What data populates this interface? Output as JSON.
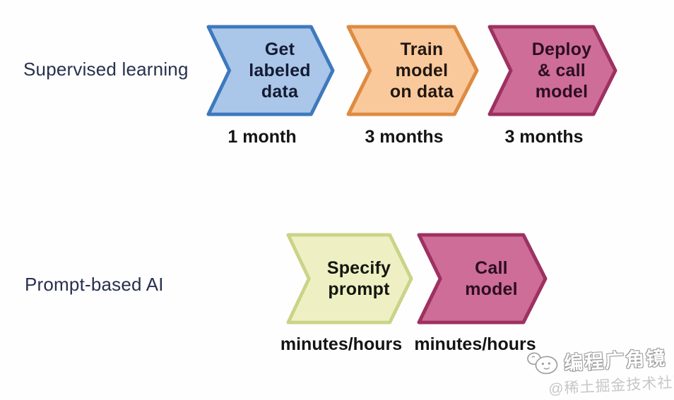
{
  "page": {
    "background": "#fefefe"
  },
  "rows": [
    {
      "label": "Supervised learning",
      "steps": [
        {
          "label": "Get\nlabeled\ndata",
          "duration": "1 month",
          "fill": "#aac6e9",
          "stroke": "#3d79bd",
          "text_color": "#131b33"
        },
        {
          "label": "Train\nmodel\non data",
          "duration": "3 months",
          "fill": "#f9c99c",
          "stroke": "#de8b41",
          "text_color": "#211710"
        },
        {
          "label": "Deploy\n& call\nmodel",
          "duration": "3 months",
          "fill": "#cd6d98",
          "stroke": "#9d3160",
          "text_color": "#2d0e1f"
        }
      ]
    },
    {
      "label": "Prompt-based AI",
      "steps": [
        {
          "label": "Specify\nprompt",
          "duration": "minutes/hours",
          "fill": "#eef0c4",
          "stroke": "#cbd387",
          "text_color": "#15160e"
        },
        {
          "label": "Call\nmodel",
          "duration": "minutes/hours",
          "fill": "#cd6d98",
          "stroke": "#9d3160",
          "text_color": "#2d0e1f"
        }
      ]
    }
  ],
  "row_label_color": "#28304e",
  "duration_color": "#141414",
  "watermark": {
    "brand": "编程广角镜",
    "community": "@稀土掘金技术社区",
    "brand_color": "#ffffff",
    "community_color": "#c7c7c7",
    "logo_icon": "speech-bubble-face-icon"
  }
}
